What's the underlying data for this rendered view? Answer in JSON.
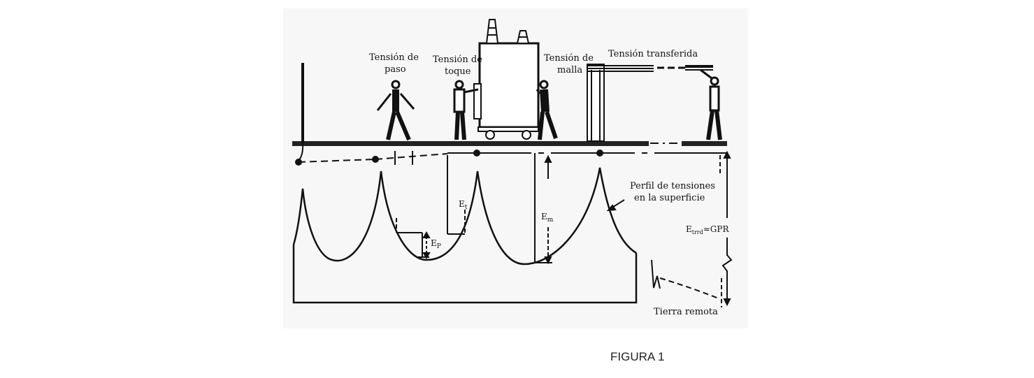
{
  "labels": {
    "step": [
      "Tensión de",
      "paso"
    ],
    "touch": [
      "Tensión de",
      "toque"
    ],
    "mesh": [
      "Tensión de",
      "malla"
    ],
    "transferred": "Tensión transferida",
    "profile": [
      "Perfil de tensiones",
      "en la superficie"
    ],
    "ep": "E",
    "ep_sub": "P",
    "et": "E",
    "et_sub": "t",
    "em": "E",
    "em_sub": "m",
    "etrrd": "E",
    "etrrd_sub": "trrd",
    "gpr": "≈GPR",
    "remote": "Tierra remota"
  },
  "caption": "FIGURA 1"
}
